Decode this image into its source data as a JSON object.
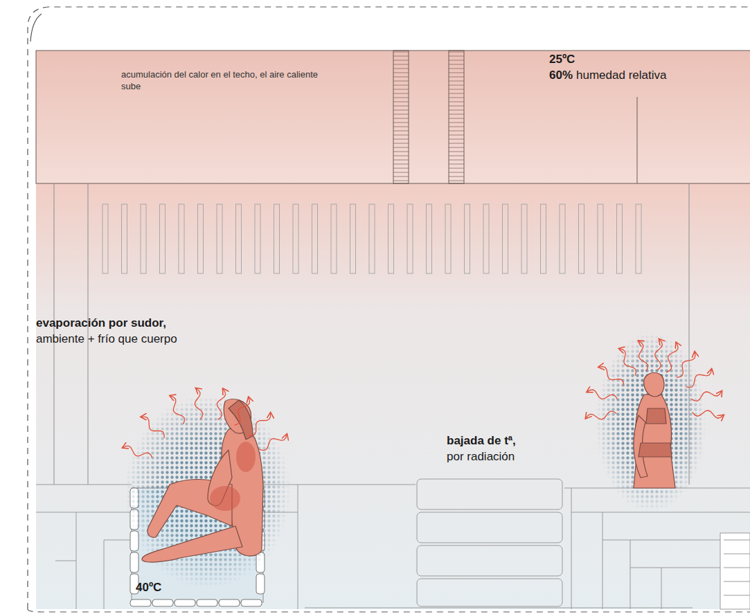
{
  "diagram": {
    "nodes": [
      {
        "text": [
          "acumulación del calor en el techo, el aire caliente sube",
          "25ºC",
          "60%",
          "humedad relativa"
        ]
      },
      {
        "text": [
          "40ºC"
        ]
      }
    ],
    "labels": [
      "evaporación por sudor,",
      "ambiente + frío que cuerpo",
      "bajada de tª,",
      "por radiación"
    ]
  }
}
